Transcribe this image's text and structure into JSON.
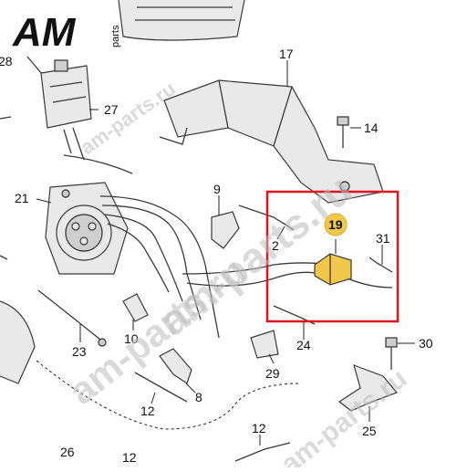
{
  "brand": {
    "logo_letters": "AM",
    "logo_sub": "parts"
  },
  "watermarks": [
    "am-parts.ru",
    "am-parts.ru",
    "am-parts.ru",
    "am-parts.ru"
  ],
  "callouts": [
    "28",
    "27",
    "17",
    "14",
    "21",
    "9",
    "2",
    "19",
    "31",
    "23",
    "10",
    "24",
    "30",
    "29",
    "8",
    "12",
    "25",
    "12",
    "26",
    "12"
  ],
  "highlight": {
    "part": "19",
    "border_color": "#e0141e",
    "badge_color": "#f2c84b"
  }
}
